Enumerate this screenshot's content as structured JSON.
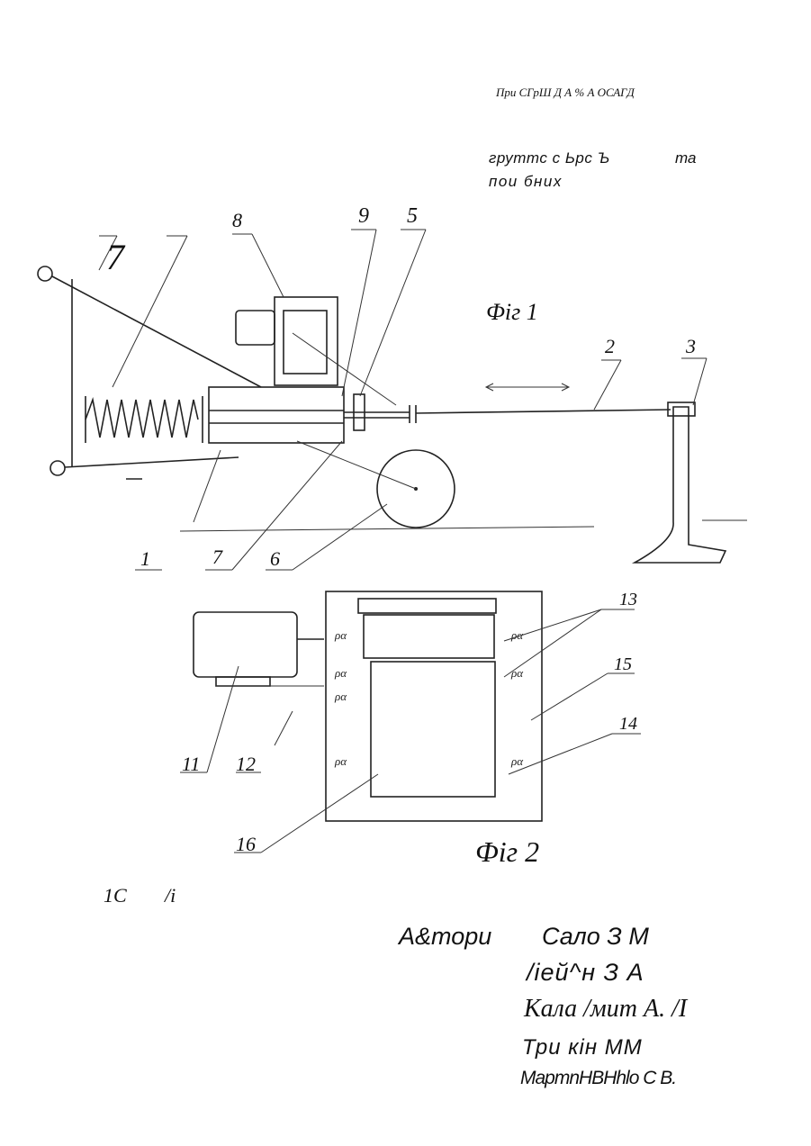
{
  "header": {
    "line": "При СГрШ    Д А %     А ОСАГД"
  },
  "subtitle": {
    "line1": "груmтс с Ьрс Ъ",
    "line1_right": "та",
    "line2": "пои бних"
  },
  "fig1": {
    "caption": "Фiг 1",
    "labels": {
      "l8": "8",
      "l9": "9",
      "l5": "5",
      "l2": "2",
      "l3": "3",
      "l1": "1",
      "l7": "7",
      "l6": "6",
      "l7b": "7"
    }
  },
  "fig2": {
    "caption": "Фiг 2",
    "labels": {
      "l13": "13",
      "l15": "15",
      "l14": "14",
      "l11": "11",
      "l12": "12",
      "l16": "16"
    }
  },
  "footer_left": {
    "a": "1С",
    "b": "/i"
  },
  "authors": {
    "line1_label": "А&тори",
    "line1_name": "Сало З М",
    "line2": "/iей^н З А",
    "line3": "Кала /мит А. /І",
    "line4": "Три кін   ММ",
    "line5": "MapmnНВНhlo С В."
  }
}
